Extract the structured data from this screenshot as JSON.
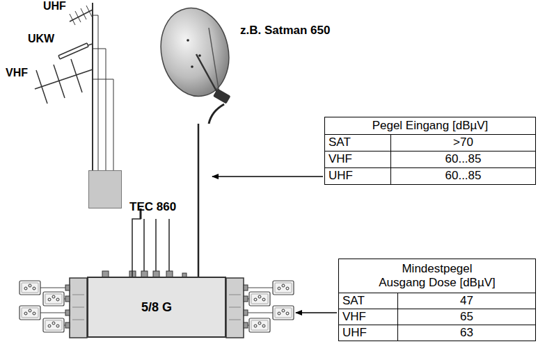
{
  "diagram": {
    "nodes": [
      {
        "text": [
          "z.B. Satman 650"
        ]
      },
      {
        "text": [
          "TEC 860"
        ]
      },
      {
        "text": [
          "5/8 G"
        ]
      }
    ],
    "edges": [
      {
        "from": 1,
        "to": 2,
        "arrow": "none"
      },
      {
        "from": 0,
        "to": 2,
        "arrow": "none"
      }
    ],
    "labels": [
      "UHF",
      "UKW",
      "VHF",
      "Pegel Eingang [dBµV]",
      "SAT",
      ">70",
      "VHF",
      "60...85",
      "UHF",
      "60...85",
      "Mindestpegel Ausgang Dose [dBµV]",
      "SAT",
      "47",
      "VHF",
      "65",
      "UHF",
      "63"
    ]
  }
}
